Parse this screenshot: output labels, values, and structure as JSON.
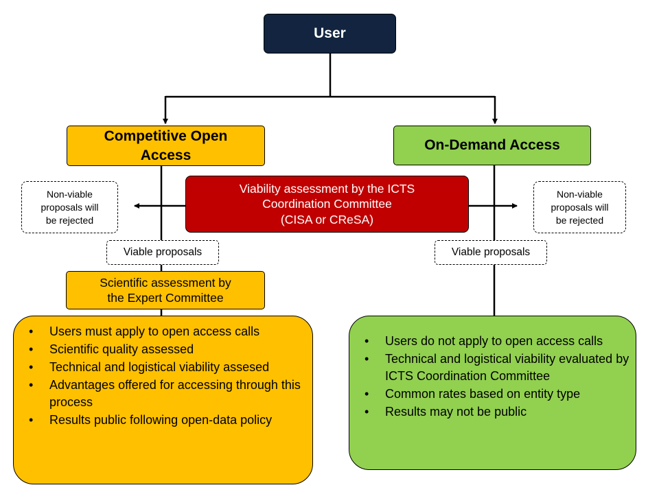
{
  "user": {
    "label": "User"
  },
  "competitive": {
    "line1": "Competitive Open",
    "line2": "Access"
  },
  "on_demand": {
    "label": "On-Demand Access"
  },
  "viability": {
    "line1": "Viability assessment by the ICTS",
    "line2": "Coordination Committee",
    "line3": "(CISA or CReSA)"
  },
  "non_viable_left": {
    "line1": "Non-viable",
    "line2": "proposals will",
    "line3": "be rejected"
  },
  "non_viable_right": {
    "line1": "Non-viable",
    "line2": "proposals will",
    "line3": "be rejected"
  },
  "viable_left": {
    "label": "Viable proposals"
  },
  "viable_right": {
    "label": "Viable proposals"
  },
  "scientific": {
    "line1": "Scientific assessment by",
    "line2": "the Expert Committee"
  },
  "bullet_char": "•",
  "competitive_points": [
    "Users must apply to open access calls",
    "Scientific quality assessed",
    "Technical and logistical viability assesed",
    "Advantages offered for accessing through this process",
    "Results public following open-data policy"
  ],
  "on_demand_points": [
    "Users do not apply to open access calls",
    "Technical and logistical viability evaluated by ICTS Coordination Committee",
    "Common rates based on entity type",
    "Results may not be public"
  ]
}
